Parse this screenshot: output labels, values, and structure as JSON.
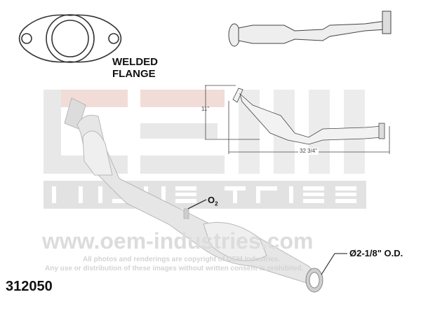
{
  "flange": {
    "label_line1": "WELDED",
    "label_line2": "FLANGE"
  },
  "part_number": "312050",
  "callouts": {
    "o2_label": "O",
    "o2_sub": "2",
    "outer_diameter": "Ø2-1/8\" O.D."
  },
  "dimensions": {
    "height": "11\"",
    "length": "32 3/4\""
  },
  "watermark": {
    "logo_text": "OEM INDUSTRIES",
    "url": "www.oem-industries.com",
    "copyright_line1": "All photos and renderings are copyright of OEM Industries.",
    "copyright_line2": "Any use or distribution of these images without written consent is prohibited."
  },
  "colors": {
    "watermark_gray": "#e6e6e6",
    "watermark_red": "#f3d9d4",
    "pipe": "#e4e4e4"
  }
}
